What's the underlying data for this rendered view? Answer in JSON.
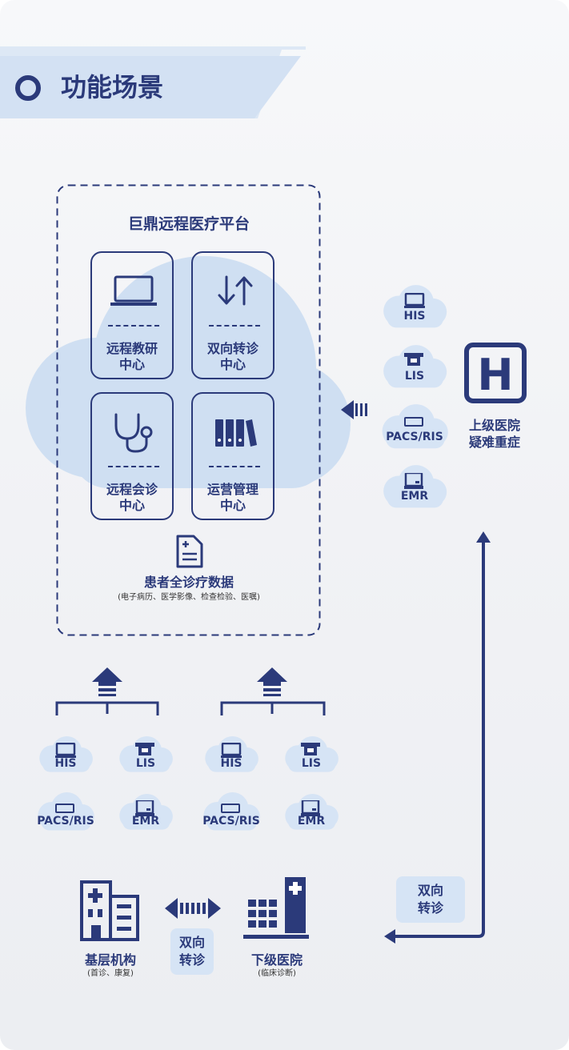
{
  "header": {
    "title": "功能场景"
  },
  "platform": {
    "title": "巨鼎远程医疗平台",
    "modules": [
      {
        "line1": "远程教研",
        "line2": "中心",
        "icon": "laptop-icon"
      },
      {
        "line1": "双向转诊",
        "line2": "中心",
        "icon": "transfer-arrows-icon"
      },
      {
        "line1": "远程会诊",
        "line2": "中心",
        "icon": "stethoscope-icon"
      },
      {
        "line1": "运营管理",
        "line2": "中心",
        "icon": "binders-icon"
      }
    ],
    "patient_data": {
      "title": "患者全诊疗数据",
      "subtitle": "(电子病历、医学影像、检查检验、医嘱)"
    }
  },
  "upper_hospital": {
    "line1": "上级医院",
    "line2": "疑难重症",
    "icon_letter": "H"
  },
  "systems": {
    "his": "HIS",
    "lis": "LIS",
    "pacs": "PACS/RIS",
    "emr": "EMR"
  },
  "primary": {
    "title": "基层机构",
    "subtitle": "(首诊、康复)"
  },
  "lower_hospital": {
    "title": "下级医院",
    "subtitle": "(临床诊断)"
  },
  "referral": {
    "line1": "双向",
    "line2": "转诊"
  },
  "referral_right": {
    "line1": "双向",
    "line2": "转诊"
  },
  "colors": {
    "navy": "#2b3a7a",
    "light_blue": "#d6e4f5",
    "cloud": "#cfdff2"
  }
}
